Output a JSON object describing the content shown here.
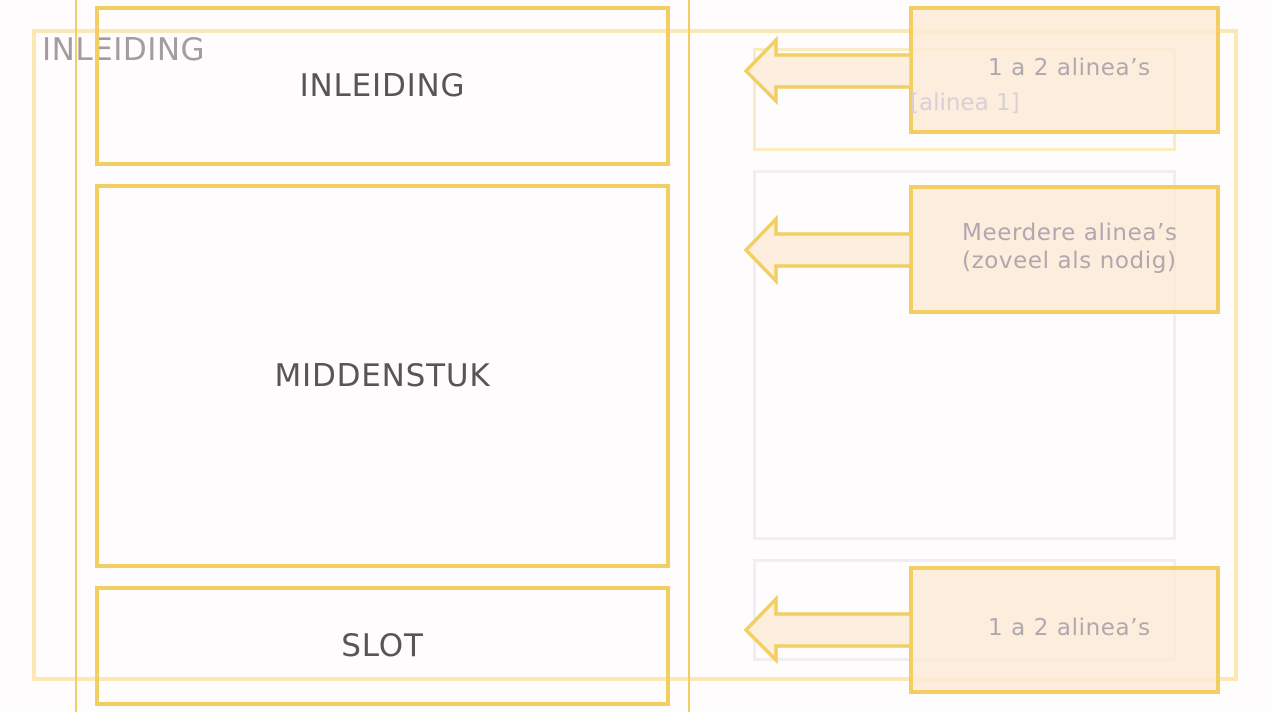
{
  "background_title": "INLEIDING",
  "background_label": "[alinea 1]",
  "sections": {
    "intro": "INLEIDING",
    "middle": "MIDDENSTUK",
    "end": "SLOT"
  },
  "callouts": {
    "intro": "1 a 2 alinea’s",
    "middle_line1": "Meerdere alinea’s",
    "middle_line2": "(zoveel als nodig)",
    "end": "1 a 2 alinea’s"
  },
  "colors": {
    "accent": "#f2cf63",
    "callout_fill": "#fce9d5",
    "text_dark": "#595456",
    "text_light": "#b1a7af"
  }
}
